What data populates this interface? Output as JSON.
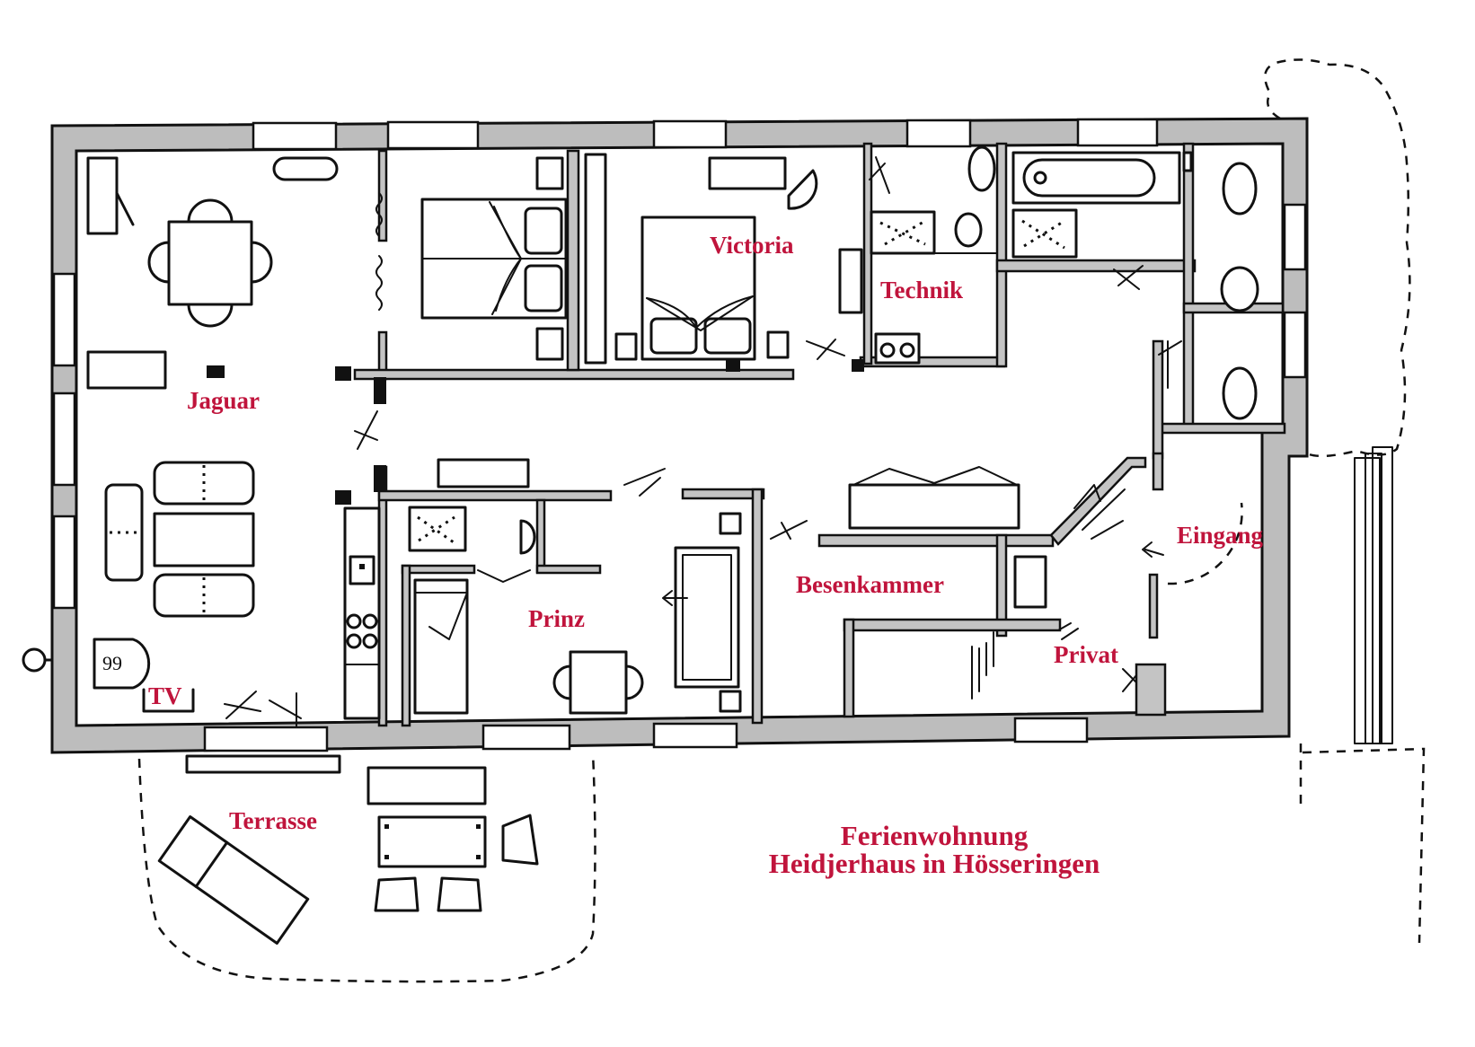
{
  "plan": {
    "rooms": {
      "jaguar": "Jaguar",
      "victoria": "Victoria",
      "technik": "Technik",
      "prinz": "Prinz",
      "besenkammer": "Besenkammer",
      "eingang": "Eingang",
      "privat": "Privat",
      "tv": "TV",
      "terrasse": "Terrasse"
    },
    "title_line1": "Ferienwohnung",
    "title_line2": "Heidjerhaus in Hösseringen"
  },
  "colors": {
    "label": "#c0143c",
    "wall_fill": "#bdbdbd",
    "line": "#111111"
  }
}
